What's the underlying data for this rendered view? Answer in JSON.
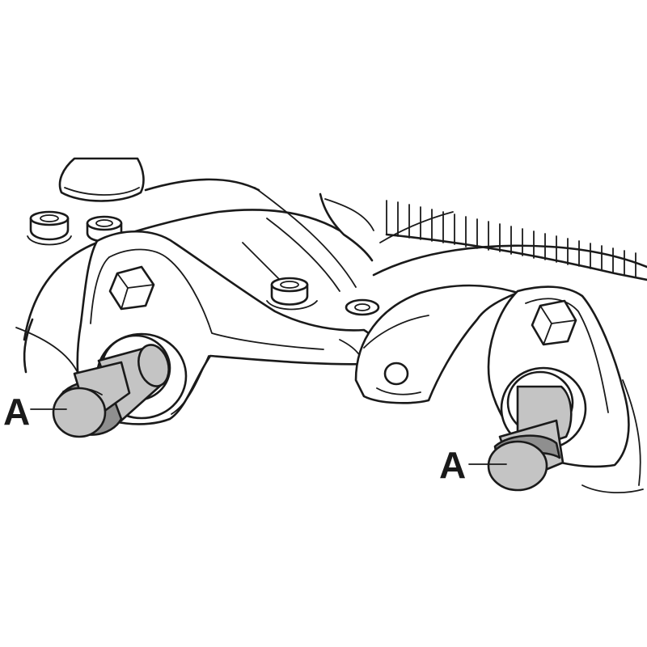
{
  "diagram": {
    "callouts": [
      {
        "id": "left",
        "label": "A"
      },
      {
        "id": "right",
        "label": "A"
      }
    ],
    "colors": {
      "line": "#1a1a1a",
      "tool_fill": "#c4c4c4",
      "tool_band": "#8f8f8f",
      "background": "#ffffff"
    }
  }
}
